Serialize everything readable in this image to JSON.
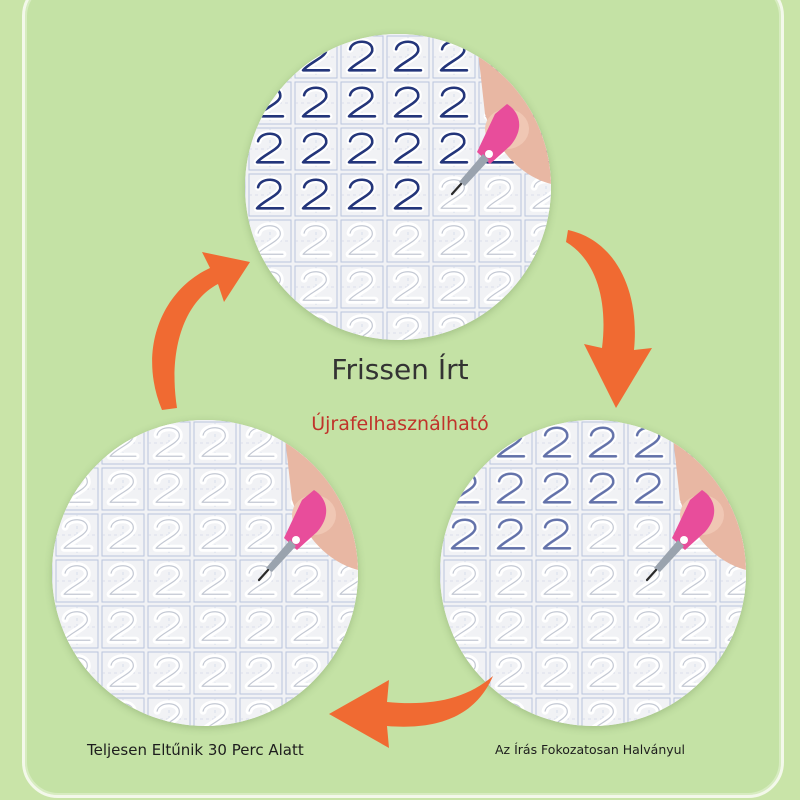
{
  "title": "Frissen Írt",
  "subtitle": "Újrafelhasználható",
  "captions": {
    "bottom_left": "Teljesen Eltűnik 30 Perc Alatt",
    "bottom_right": "Az Írás Fokozatosan Halványul"
  },
  "colors": {
    "background": "#c4e2a5",
    "arrow": "#f06a32",
    "ink": "#23357a",
    "subtitle": "#c0332a"
  }
}
